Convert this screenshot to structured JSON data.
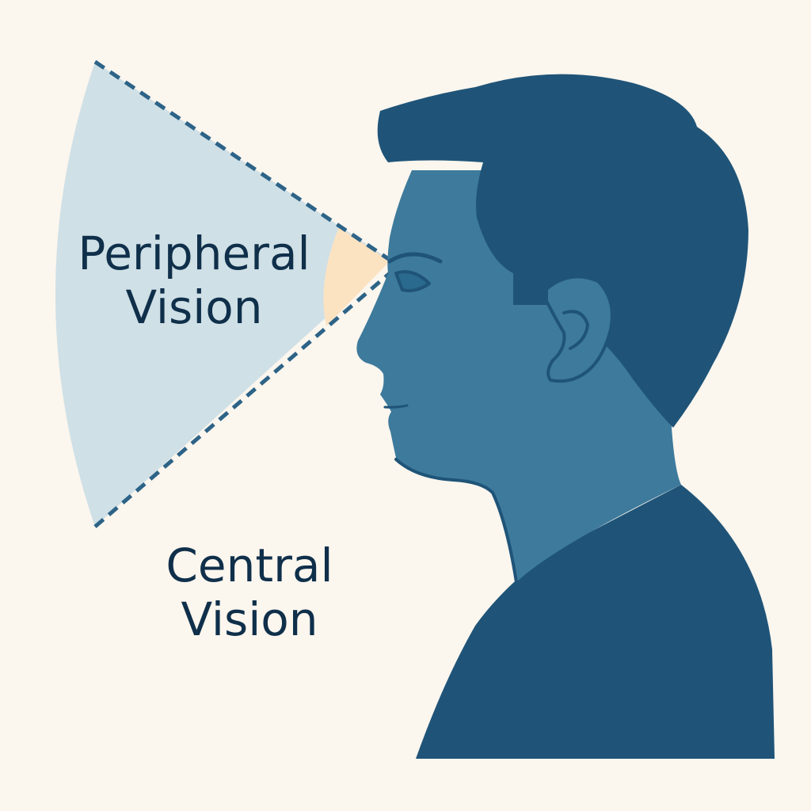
{
  "labels": {
    "peripheral": {
      "line1": "Peripheral",
      "line2": "Vision"
    },
    "central": {
      "line1": "Central",
      "line2": "Vision"
    }
  },
  "colors": {
    "background": "#fbf6ee",
    "peripheral_field": "#cfe0e6",
    "central_field": "#fbe3c2",
    "field_outline": "#2d6387",
    "head_light": "#3d7a9c",
    "head_dark": "#1f5478",
    "label_text": "#0f2f4a"
  }
}
